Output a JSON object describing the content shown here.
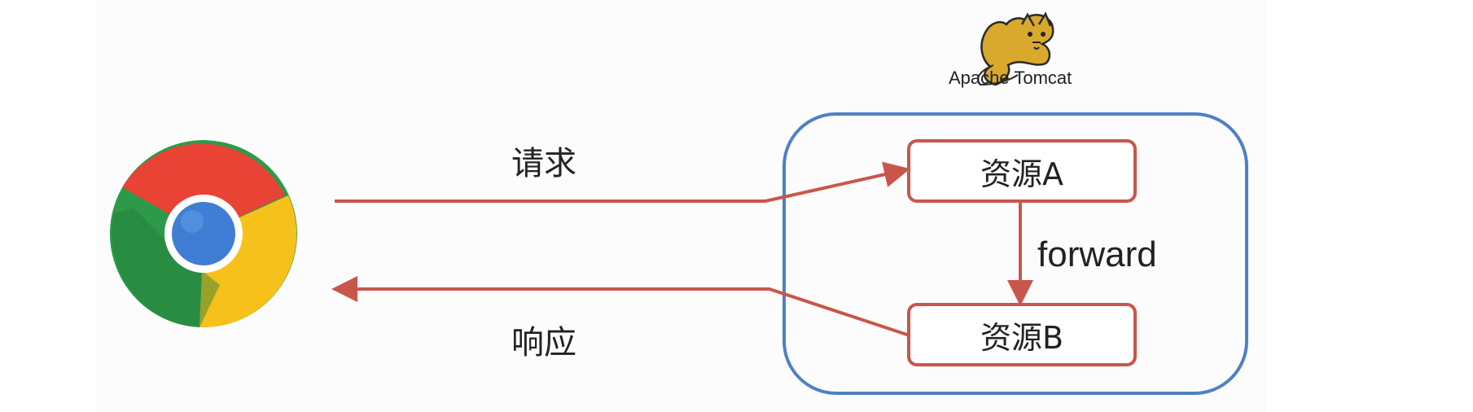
{
  "server": {
    "name": "Apache Tomcat",
    "logo_icon": "tomcat-logo-icon"
  },
  "client": {
    "icon": "chrome-browser-icon"
  },
  "flows": {
    "request_label": "请求",
    "response_label": "响应",
    "forward_label": "forward"
  },
  "resources": {
    "a": "资源A",
    "b": "资源B"
  },
  "colors": {
    "arrow": "#c9564b",
    "container_border": "#4f80c6",
    "chrome_red": "#e84335",
    "chrome_yellow": "#f6c11a",
    "chrome_green": "#2d9a4a",
    "chrome_blue": "#3f7ed4"
  }
}
